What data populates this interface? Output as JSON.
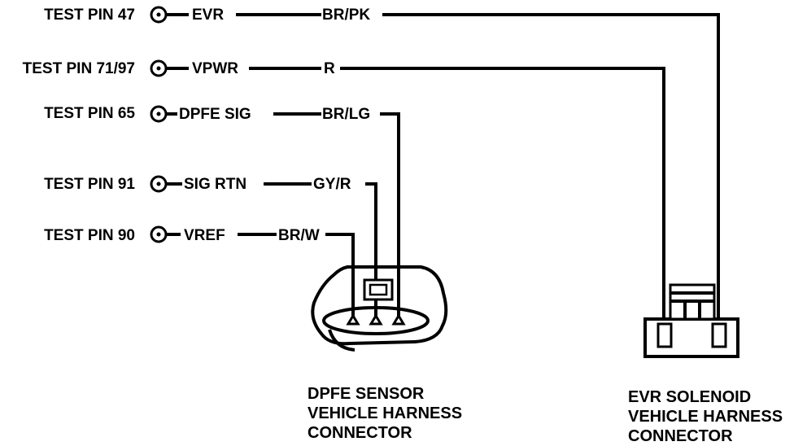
{
  "test_pins": [
    {
      "label": "TEST PIN 47",
      "signal": "EVR",
      "wire_color": "BR/PK"
    },
    {
      "label": "TEST PIN 71/97",
      "signal": "VPWR",
      "wire_color": "R"
    },
    {
      "label": "TEST PIN 65",
      "signal": "DPFE SIG",
      "wire_color": "BR/LG"
    },
    {
      "label": "TEST PIN 91",
      "signal": "SIG RTN",
      "wire_color": "GY/R"
    },
    {
      "label": "TEST PIN 90",
      "signal": "VREF",
      "wire_color": "BR/W"
    }
  ],
  "dpfe_connector": {
    "caption_lines": [
      "DPFE SENSOR",
      "VEHICLE HARNESS",
      "CONNECTOR"
    ]
  },
  "evr_connector": {
    "caption_lines": [
      "EVR SOLENOID",
      "VEHICLE HARNESS",
      "CONNECTOR"
    ]
  }
}
